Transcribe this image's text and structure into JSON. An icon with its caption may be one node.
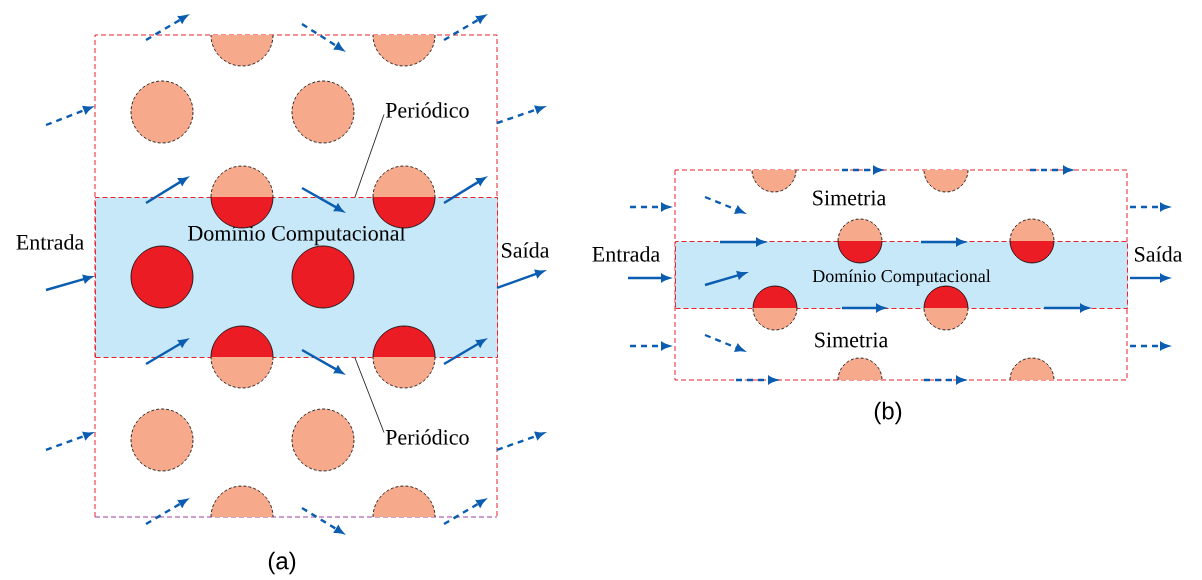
{
  "diagram": {
    "nodes": [
      {
        "text": [
          "Periódico"
        ]
      },
      {
        "text": [
          "Domínio Computacional"
        ]
      },
      {
        "text": [
          "Periódico"
        ]
      },
      {
        "text": [
          "Domínio Computacional"
        ]
      }
    ],
    "edges": [
      {
        "from": 0,
        "to": 1,
        "arrow": "none"
      },
      {
        "from": 2,
        "to": 1,
        "arrow": "none"
      }
    ],
    "labels": [
      "Entrada",
      "Saída",
      "(a)",
      "Simetria",
      "Entrada",
      "Saída",
      "Simetria",
      "(b)"
    ]
  }
}
